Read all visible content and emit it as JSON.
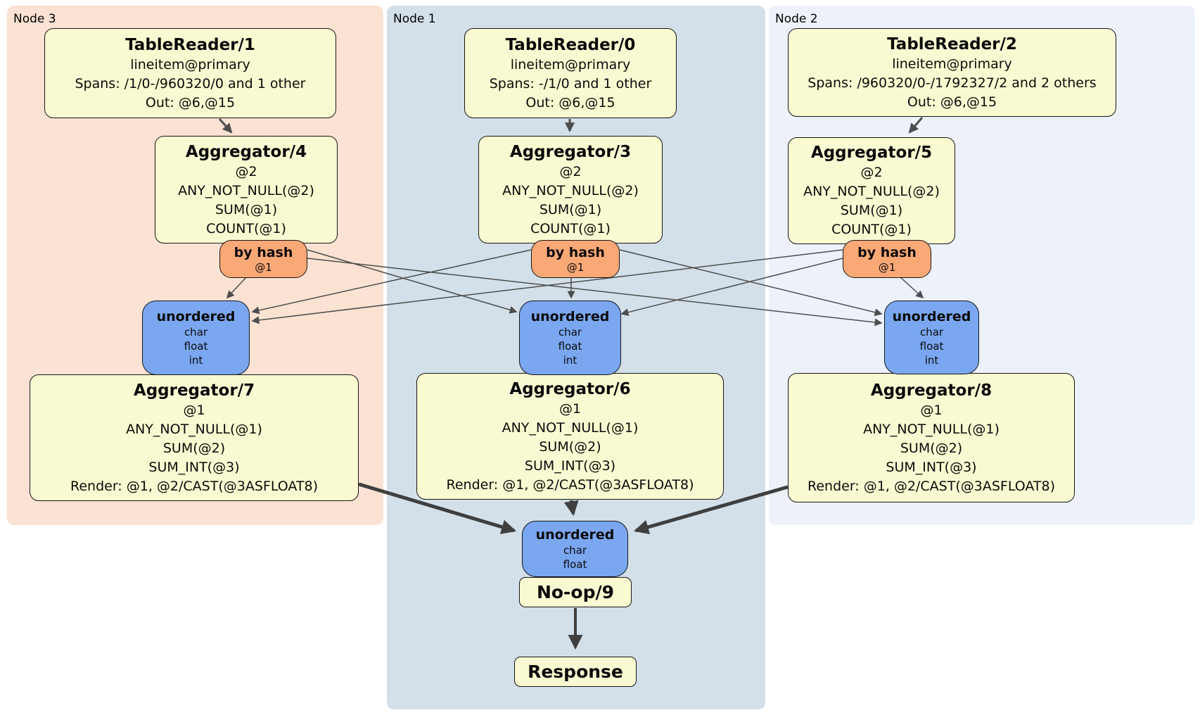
{
  "panels": {
    "node3": {
      "label": "Node 3",
      "bg": "#FBE2D3"
    },
    "node1": {
      "label": "Node 1",
      "bg": "#D3E0E9"
    },
    "node2": {
      "label": "Node 2",
      "bg": "#EDF2FA"
    }
  },
  "colors": {
    "processor_fill": "#FAFAD2",
    "router_fill": "#F9A876",
    "sync_fill": "#7AA7F0",
    "box_border": "#151515",
    "edge_thin": "#4d4d4d",
    "edge_thick": "#3f3f3f"
  },
  "processors": {
    "tr1": {
      "title": "TableReader/1",
      "lines": [
        "lineitem@primary",
        "Spans: /1/0-/960320/0 and 1 other",
        "Out: @6,@15"
      ]
    },
    "tr0": {
      "title": "TableReader/0",
      "lines": [
        "lineitem@primary",
        "Spans: -/1/0 and 1 other",
        "Out: @6,@15"
      ]
    },
    "tr2": {
      "title": "TableReader/2",
      "lines": [
        "lineitem@primary",
        "Spans: /960320/0-/1792327/2 and 2 others",
        "Out: @6,@15"
      ]
    },
    "agg4": {
      "title": "Aggregator/4",
      "lines": [
        "@2",
        "ANY_NOT_NULL(@2)",
        "SUM(@1)",
        "COUNT(@1)"
      ]
    },
    "agg3": {
      "title": "Aggregator/3",
      "lines": [
        "@2",
        "ANY_NOT_NULL(@2)",
        "SUM(@1)",
        "COUNT(@1)"
      ]
    },
    "agg5": {
      "title": "Aggregator/5",
      "lines": [
        "@2",
        "ANY_NOT_NULL(@2)",
        "SUM(@1)",
        "COUNT(@1)"
      ]
    },
    "agg7": {
      "title": "Aggregator/7",
      "lines": [
        "@1",
        "ANY_NOT_NULL(@1)",
        "SUM(@2)",
        "SUM_INT(@3)",
        "Render: @1, @2/CAST(@3ASFLOAT8)"
      ]
    },
    "agg6": {
      "title": "Aggregator/6",
      "lines": [
        "@1",
        "ANY_NOT_NULL(@1)",
        "SUM(@2)",
        "SUM_INT(@3)",
        "Render: @1, @2/CAST(@3ASFLOAT8)"
      ]
    },
    "agg8": {
      "title": "Aggregator/8",
      "lines": [
        "@1",
        "ANY_NOT_NULL(@1)",
        "SUM(@2)",
        "SUM_INT(@3)",
        "Render: @1, @2/CAST(@3ASFLOAT8)"
      ]
    },
    "noop": {
      "title": "No-op/9"
    },
    "response": {
      "title": "Response"
    }
  },
  "routers": {
    "left": {
      "title": "by hash",
      "detail": "@1"
    },
    "center": {
      "title": "by hash",
      "detail": "@1"
    },
    "right": {
      "title": "by hash",
      "detail": "@1"
    }
  },
  "syncs": {
    "left": {
      "title": "unordered",
      "types": [
        "char",
        "float",
        "int"
      ]
    },
    "center": {
      "title": "unordered",
      "types": [
        "char",
        "float",
        "int"
      ]
    },
    "right": {
      "title": "unordered",
      "types": [
        "char",
        "float",
        "int"
      ]
    },
    "final": {
      "title": "unordered",
      "types": [
        "char",
        "float"
      ]
    }
  }
}
